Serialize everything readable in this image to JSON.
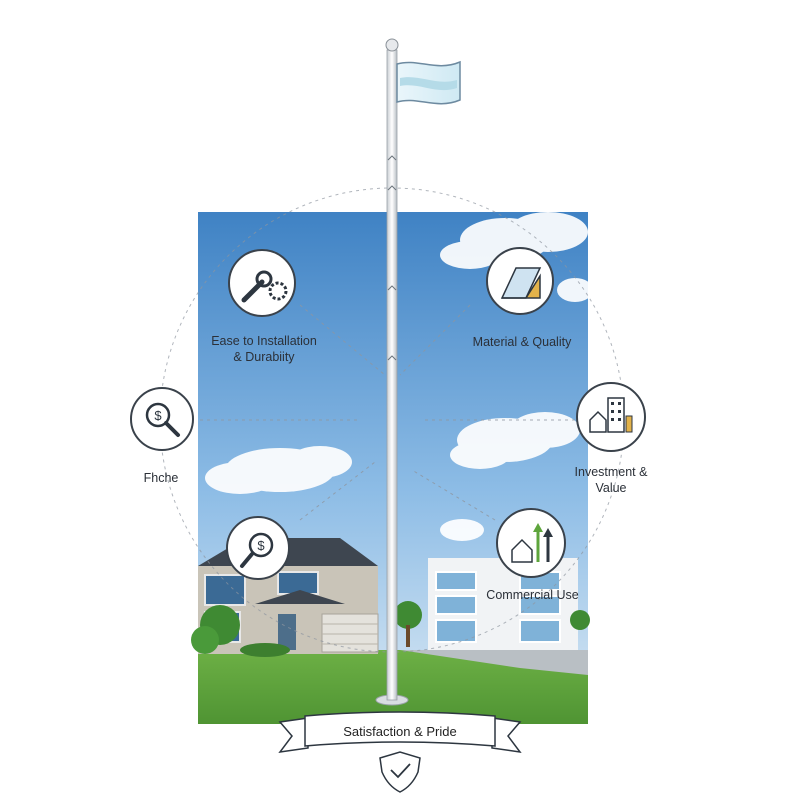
{
  "features": {
    "ease": {
      "line1": "Ease to Installation",
      "line2": "& Durabiity",
      "icon": "wrench-gear-icon"
    },
    "material": {
      "label": "Material & Quality",
      "icon": "material-layers-icon"
    },
    "price": {
      "label": "Fhche",
      "icon": "magnifier-dollar-icon"
    },
    "investment": {
      "line1": "Investment &",
      "line2": "Value",
      "icon": "buildings-icon"
    },
    "budget": {
      "icon": "magnifier-dollar-icon"
    },
    "commercial": {
      "label": "Commercial Use",
      "icon": "house-growth-arrows-icon"
    }
  },
  "banner": {
    "label": "Satisfaction & Pride",
    "icon": "shield-check-icon"
  },
  "colors": {
    "sky_top": "#4f8fca",
    "sky_bottom": "#cfe4f5",
    "grass": "#5ea53c",
    "icon_stroke": "#2d3640",
    "accent_gold": "#e2b24a"
  }
}
